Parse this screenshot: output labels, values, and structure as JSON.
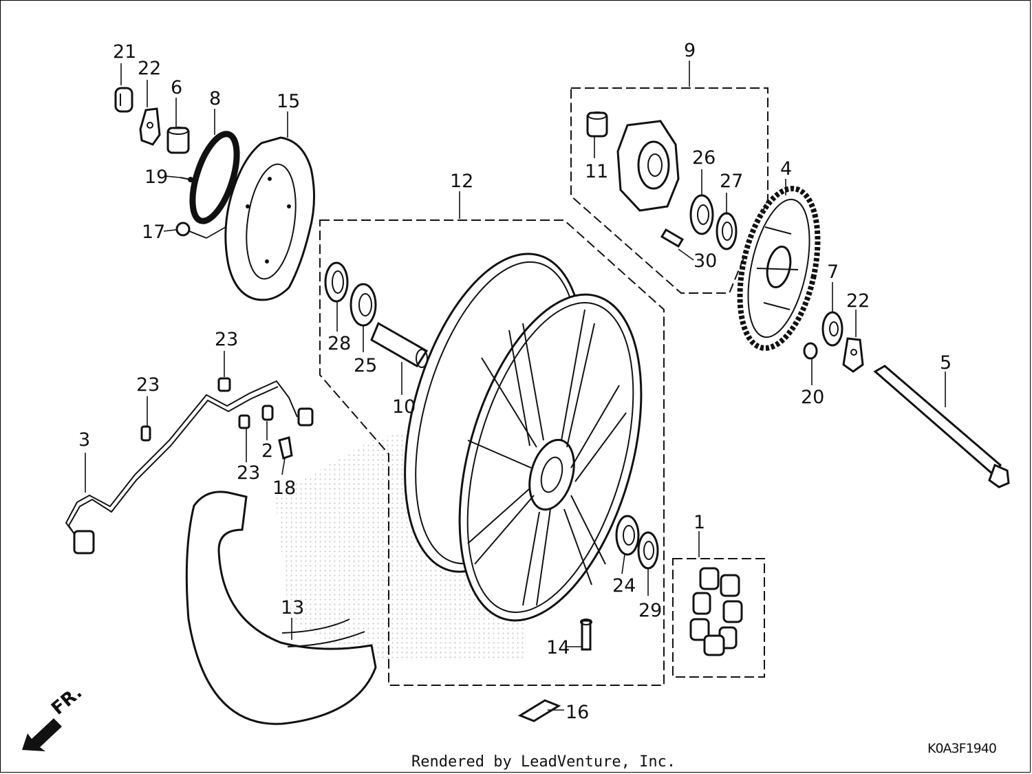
{
  "callouts": {
    "c1": "1",
    "c2": "2",
    "c3": "3",
    "c4": "4",
    "c5": "5",
    "c6": "6",
    "c7": "7",
    "c8": "8",
    "c9": "9",
    "c10": "10",
    "c11": "11",
    "c12": "12",
    "c13": "13",
    "c14": "14",
    "c15": "15",
    "c16": "16",
    "c17": "17",
    "c18": "18",
    "c19": "19",
    "c20": "20",
    "c21": "21",
    "c22a": "22",
    "c22b": "22",
    "c23a": "23",
    "c23b": "23",
    "c23c": "23",
    "c24": "24",
    "c25": "25",
    "c26": "26",
    "c27": "27",
    "c28": "28",
    "c29": "29",
    "c30": "30"
  },
  "footer": {
    "rendered_by": "Rendered by LeadVenture, Inc."
  },
  "diagram_code": "K0A3F1940",
  "direction_label": "FR."
}
